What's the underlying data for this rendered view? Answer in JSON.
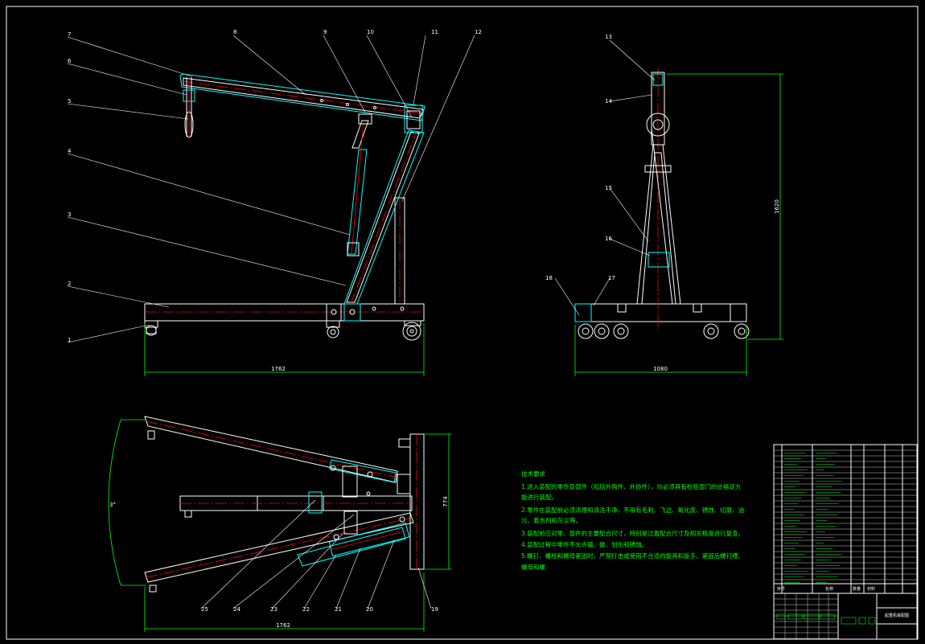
{
  "balloons": {
    "b1": "1",
    "b2": "2",
    "b3": "3",
    "b4": "4",
    "b5": "5",
    "b6": "6",
    "b7": "7",
    "b8": "8",
    "b9": "9",
    "b10": "10",
    "b11": "11",
    "b12": "12",
    "b13": "13",
    "b14": "14",
    "b15": "15",
    "b16": "16",
    "b17": "17",
    "b18": "18",
    "b19": "19",
    "b20": "20",
    "b21": "21",
    "b22": "22",
    "b23": "23",
    "b24": "24",
    "b25": "25"
  },
  "dimensions": {
    "front_width": "1762",
    "side_width": "1080",
    "side_height": "1620",
    "top_width": "1762",
    "top_depth": "774",
    "top_angle": "3°"
  },
  "notes": {
    "heading": "技术要求",
    "line1": "1.进入装配的零件及部件（包括外购件、外协件），均必须具有检验部门的合格证方",
    "line1b": "能进行装配。",
    "line2": "2.零件在装配前必须清理和清洗干净，不得有毛刺、飞边、氧化皮、锈蚀、切屑、油",
    "line2b": "污、着色剂和灰尘等。",
    "line3": "3.装配前应对零、部件的主要配合尺寸，特别是过盈配合尺寸及相关精度进行复查。",
    "line4": "4.装配过程中零件不允许磕、碰、划伤和锈蚀。",
    "line5": "5.螺钉、螺栓和螺母紧固时，严禁打击或使用不合适的旋具和扳手。紧固后螺钉槽、",
    "line5b": "螺母和螺"
  },
  "title_block": {
    "sequence_header": "序号",
    "name_header": "名称",
    "qty_header": "数量",
    "material_header": "材料",
    "drawing_name": "起重机装配图"
  }
}
